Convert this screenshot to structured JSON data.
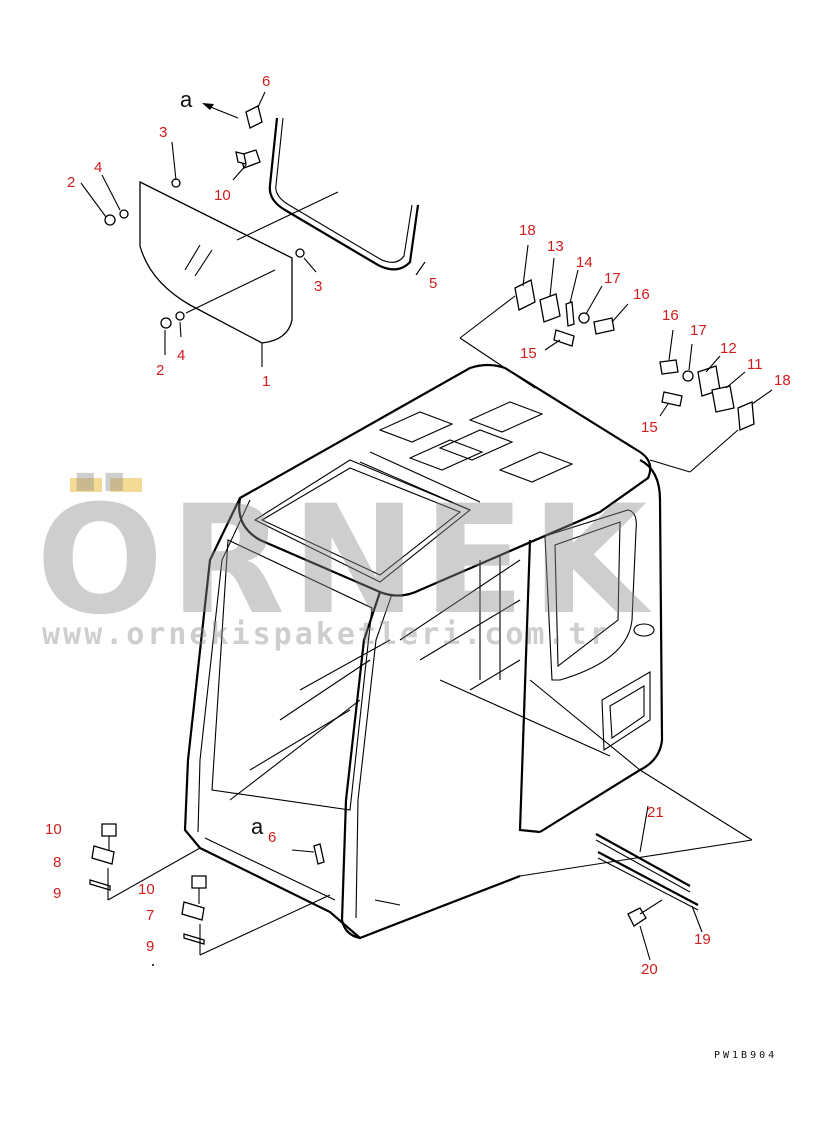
{
  "diagram": {
    "drawing_code": "PW1B904",
    "reference_letter": "a",
    "callouts": [
      {
        "id": "c1",
        "label": "1"
      },
      {
        "id": "c2a",
        "label": "2"
      },
      {
        "id": "c2b",
        "label": "2"
      },
      {
        "id": "c3a",
        "label": "3"
      },
      {
        "id": "c3b",
        "label": "3"
      },
      {
        "id": "c4a",
        "label": "4"
      },
      {
        "id": "c4b",
        "label": "4"
      },
      {
        "id": "c5",
        "label": "5"
      },
      {
        "id": "c6a",
        "label": "6"
      },
      {
        "id": "c6b",
        "label": "6"
      },
      {
        "id": "c7",
        "label": "7"
      },
      {
        "id": "c8",
        "label": "8"
      },
      {
        "id": "c9a",
        "label": "9"
      },
      {
        "id": "c9b",
        "label": "9"
      },
      {
        "id": "c10a",
        "label": "10"
      },
      {
        "id": "c10b",
        "label": "10"
      },
      {
        "id": "c10c",
        "label": "10"
      },
      {
        "id": "c11",
        "label": "11"
      },
      {
        "id": "c12",
        "label": "12"
      },
      {
        "id": "c13",
        "label": "13"
      },
      {
        "id": "c14",
        "label": "14"
      },
      {
        "id": "c15a",
        "label": "15"
      },
      {
        "id": "c15b",
        "label": "15"
      },
      {
        "id": "c16a",
        "label": "16"
      },
      {
        "id": "c16b",
        "label": "16"
      },
      {
        "id": "c17a",
        "label": "17"
      },
      {
        "id": "c17b",
        "label": "17"
      },
      {
        "id": "c18a",
        "label": "18"
      },
      {
        "id": "c18b",
        "label": "18"
      },
      {
        "id": "c19",
        "label": "19"
      },
      {
        "id": "c20",
        "label": "20"
      },
      {
        "id": "c21",
        "label": "21"
      }
    ]
  },
  "watermark": {
    "brand": "ÖRNEK",
    "url": "www.ornekispaketleri.com.tr"
  },
  "colors": {
    "callout": "#d01c1c",
    "line": "#000000",
    "watermark": "#8a8a8a",
    "watermark_accent": "#f1d27a"
  }
}
